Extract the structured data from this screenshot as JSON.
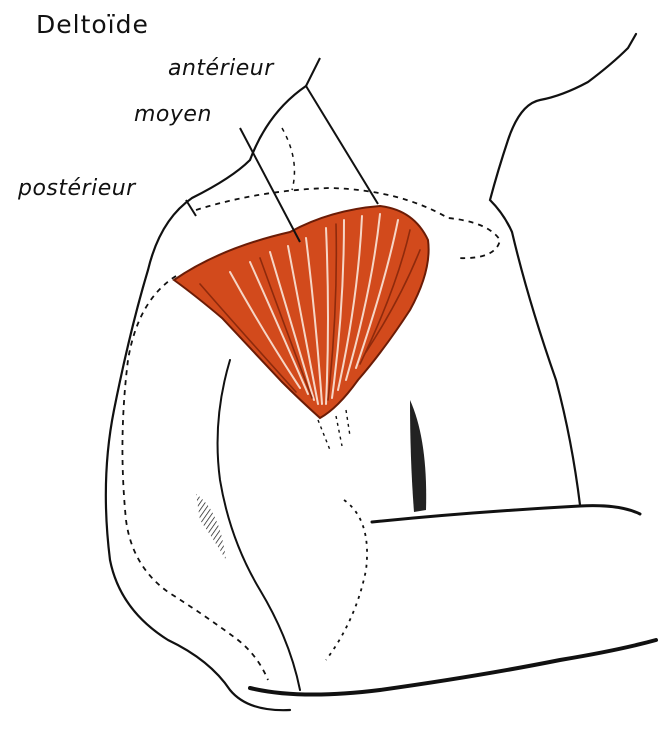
{
  "figure": {
    "title": "Deltoïde",
    "parts": {
      "anterior": "antérieur",
      "middle": "moyen",
      "posterior": "postérieur"
    }
  },
  "colors": {
    "muscle": "#d24a1c",
    "muscle_dark": "#8e2a0c",
    "ink": "#111111"
  }
}
